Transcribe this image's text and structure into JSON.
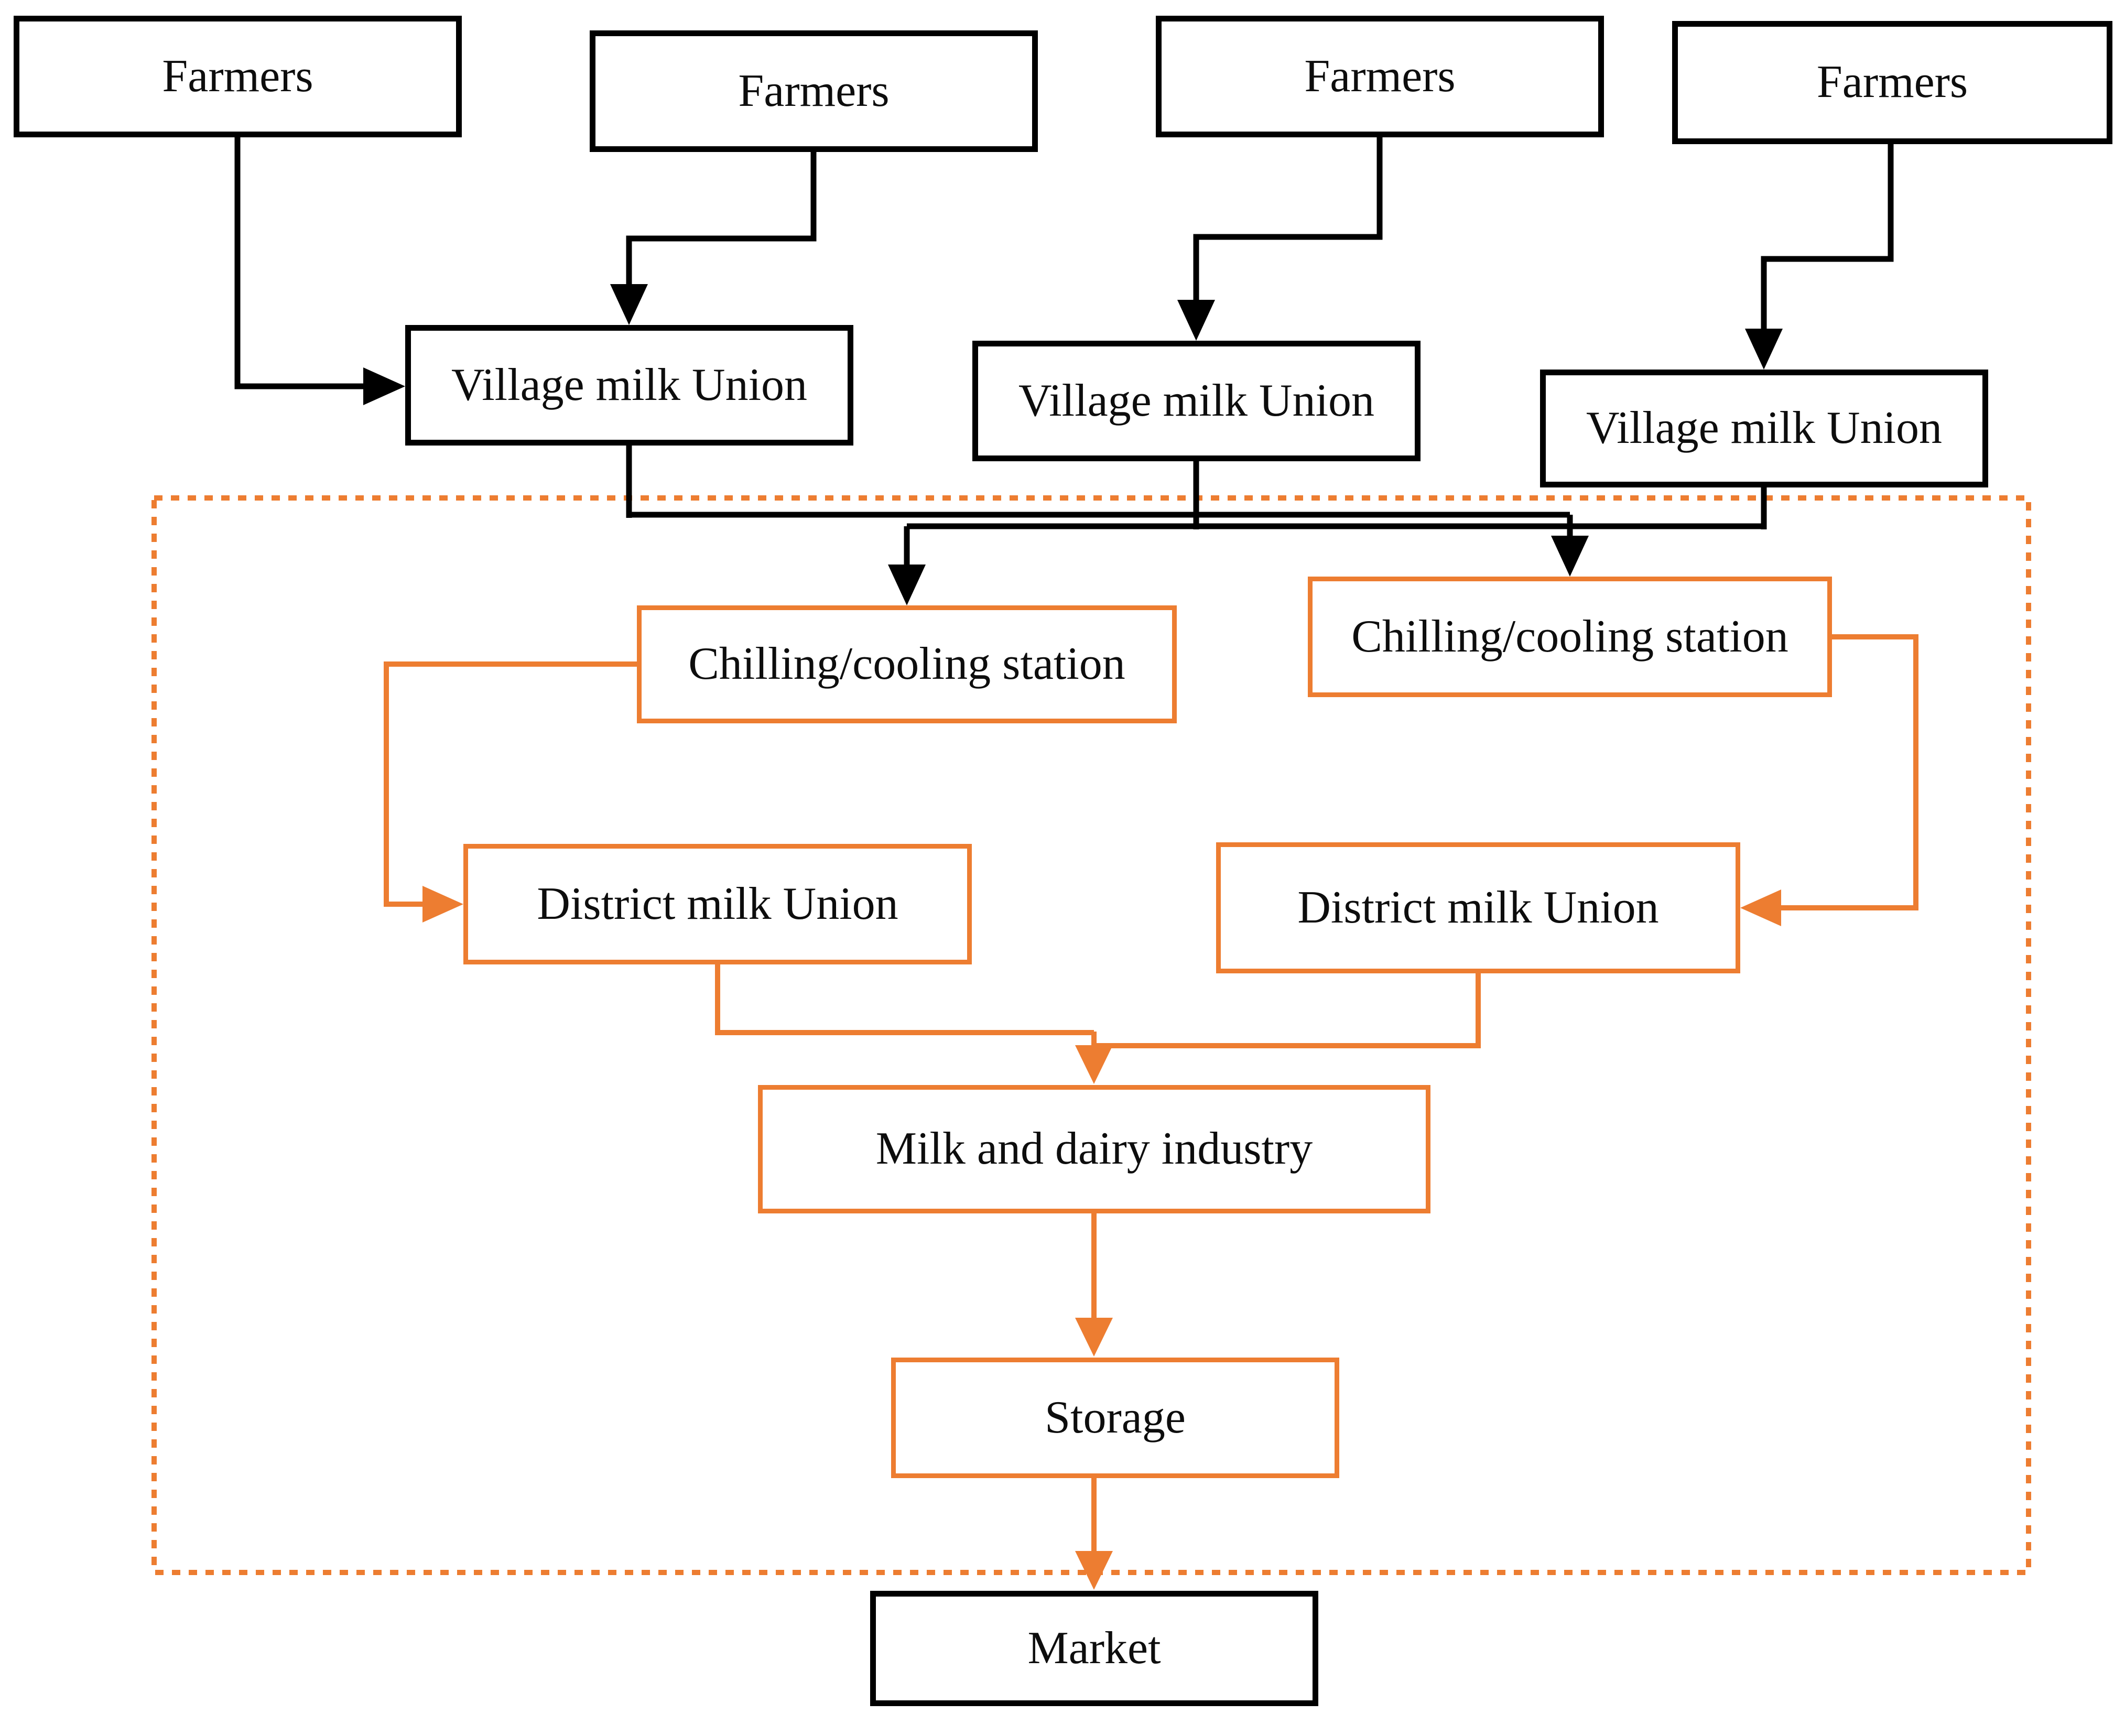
{
  "diagram": {
    "type": "flowchart",
    "description_visible_text_only": true
  },
  "colors": {
    "black_node_border": "#000000",
    "orange_accent": "#ED7D31",
    "background": "#FFFFFF",
    "text": "#0D0D0D"
  },
  "nodes": {
    "farmers_1": {
      "label": "Farmers",
      "style": "black"
    },
    "farmers_2": {
      "label": "Farmers",
      "style": "black"
    },
    "farmers_3": {
      "label": "Farmers",
      "style": "black"
    },
    "farmers_4": {
      "label": "Farmers",
      "style": "black"
    },
    "village_union_1": {
      "label": "Village milk Union",
      "style": "black"
    },
    "village_union_2": {
      "label": "Village milk Union",
      "style": "black"
    },
    "village_union_3": {
      "label": "Village milk Union",
      "style": "black"
    },
    "chilling_1": {
      "label": "Chilling/cooling station",
      "style": "orange"
    },
    "chilling_2": {
      "label": "Chilling/cooling station",
      "style": "orange"
    },
    "district_union_1": {
      "label": "District milk Union",
      "style": "orange"
    },
    "district_union_2": {
      "label": "District milk Union",
      "style": "orange"
    },
    "dairy_industry": {
      "label": "Milk and dairy industry",
      "style": "orange"
    },
    "storage": {
      "label": "Storage",
      "style": "orange"
    },
    "market": {
      "label": "Market",
      "style": "black"
    }
  },
  "edges": [
    {
      "from": "farmers_1",
      "to": "village_union_1",
      "color": "black"
    },
    {
      "from": "farmers_2",
      "to": "village_union_1",
      "color": "black"
    },
    {
      "from": "farmers_3",
      "to": "village_union_2",
      "color": "black"
    },
    {
      "from": "farmers_4",
      "to": "village_union_3",
      "color": "black"
    },
    {
      "from": "village_union_1",
      "to": "collector_bus",
      "color": "black"
    },
    {
      "from": "village_union_2",
      "to": "collector_bus",
      "color": "black"
    },
    {
      "from": "village_union_3",
      "to": "collector_bus",
      "color": "black"
    },
    {
      "from": "collector_bus",
      "to": "chilling_1",
      "color": "black"
    },
    {
      "from": "collector_bus",
      "to": "chilling_2",
      "color": "black"
    },
    {
      "from": "chilling_1",
      "to": "district_union_1",
      "color": "orange"
    },
    {
      "from": "chilling_2",
      "to": "district_union_2",
      "color": "orange"
    },
    {
      "from": "district_union_1",
      "to": "dairy_industry",
      "color": "orange"
    },
    {
      "from": "district_union_2",
      "to": "dairy_industry",
      "color": "orange"
    },
    {
      "from": "dairy_industry",
      "to": "storage",
      "color": "orange"
    },
    {
      "from": "storage",
      "to": "market",
      "color": "orange"
    }
  ],
  "boundary": {
    "style": "dotted",
    "color": "#ED7D31",
    "encloses": [
      "chilling_1",
      "chilling_2",
      "district_union_1",
      "district_union_2",
      "dairy_industry",
      "storage"
    ]
  }
}
